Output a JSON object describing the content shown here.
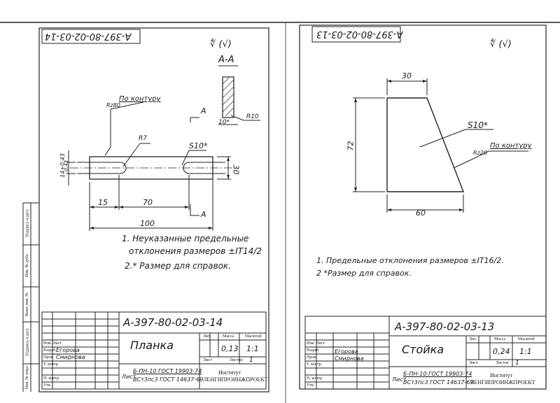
{
  "left_sheet": {
    "top_stamp": "А-397-80-02-03-14",
    "roughness_mark": "∜ (√)",
    "section_label": "А-А",
    "section_cut_letter_top": "А",
    "section_cut_letter_bottom": "А",
    "section_dim": "10*",
    "section_radius": "R10",
    "roughness_contour_value": "Rz80",
    "roughness_contour_text": "По контуру",
    "radius_label": "R7",
    "thickness_label": "S10*",
    "height_dim": "30",
    "slot_dim_1": "14+0,43",
    "slot_dim_2": "-0,43",
    "dim_15": "15",
    "dim_70": "70",
    "dim_100": "100",
    "note_1a": "1. Неуказанные предельные",
    "note_1b": "отклонения размеров ±IT14/2",
    "note_2": "2.* Размер для справок.",
    "title_block": {
      "designation": "А-397-80-02-03-14",
      "name": "Планка",
      "col_lit": "Лит.",
      "col_mass": "Масса",
      "col_scale": "Масштаб",
      "mass": "0,13",
      "scale": "1:1",
      "sheet_label": "Лист",
      "sheets_label": "Листов",
      "sheets_value": "1",
      "material_1": "Б-ПН-10 ГОСТ 19903-74",
      "material_2": "ВСт3пс3 ГОСТ 14637-69",
      "material_prefix": "Лист",
      "institute_1": "Институт",
      "institute_2": "ЛЕНГИПРОИНЖПРОЕКТ",
      "rows": [
        "Изм. Лист",
        "Разраб.",
        "Пров.",
        "Т. контр.",
        "Н. контр.",
        "Утв."
      ],
      "sig_1": "Егорова",
      "sig_2": "Смирнова"
    }
  },
  "right_sheet": {
    "top_stamp": "А-397-80-02-03-13",
    "roughness_mark": "∜ (√)",
    "dim_30": "30",
    "dim_72": "72",
    "dim_60": "60",
    "thickness_label": "S10*",
    "roughness_contour_value": "Rz20",
    "roughness_contour_text": "По контуру",
    "note_1": "1. Предельные отклонения размеров ±IT16/2.",
    "note_2": "2 *Размер для справок.",
    "title_block": {
      "designation": "А-397-80-02-03-13",
      "name": "Стойка",
      "col_lit": "Лит.",
      "col_mass": "Масса",
      "col_scale": "Масштаб",
      "mass": "0,24",
      "scale": "1:1",
      "sheet_label": "Лист",
      "sheets_label": "Листов",
      "sheets_value": "1",
      "material_1": "Б-ПН-10 ГОСТ 19903-74",
      "material_2": "ВСт3пс3 ГОСТ 14637-69",
      "material_prefix": "Лист",
      "institute_1": "Институт",
      "institute_2": "ЛЕНГИПРОИНЖПРОЕКТ",
      "rows": [
        "Изм. Лист",
        "Разраб.",
        "Пров.",
        "Т. контр.",
        "Н. контр.",
        "Утв."
      ],
      "sig_1": "Егорова",
      "sig_2": "Смирнова"
    }
  },
  "side_margin": {
    "labels": [
      "Подпись и дата",
      "Инв. № дубл.",
      "Взам. инв. №",
      "Подпись и дата",
      "Инв. № подл."
    ]
  }
}
